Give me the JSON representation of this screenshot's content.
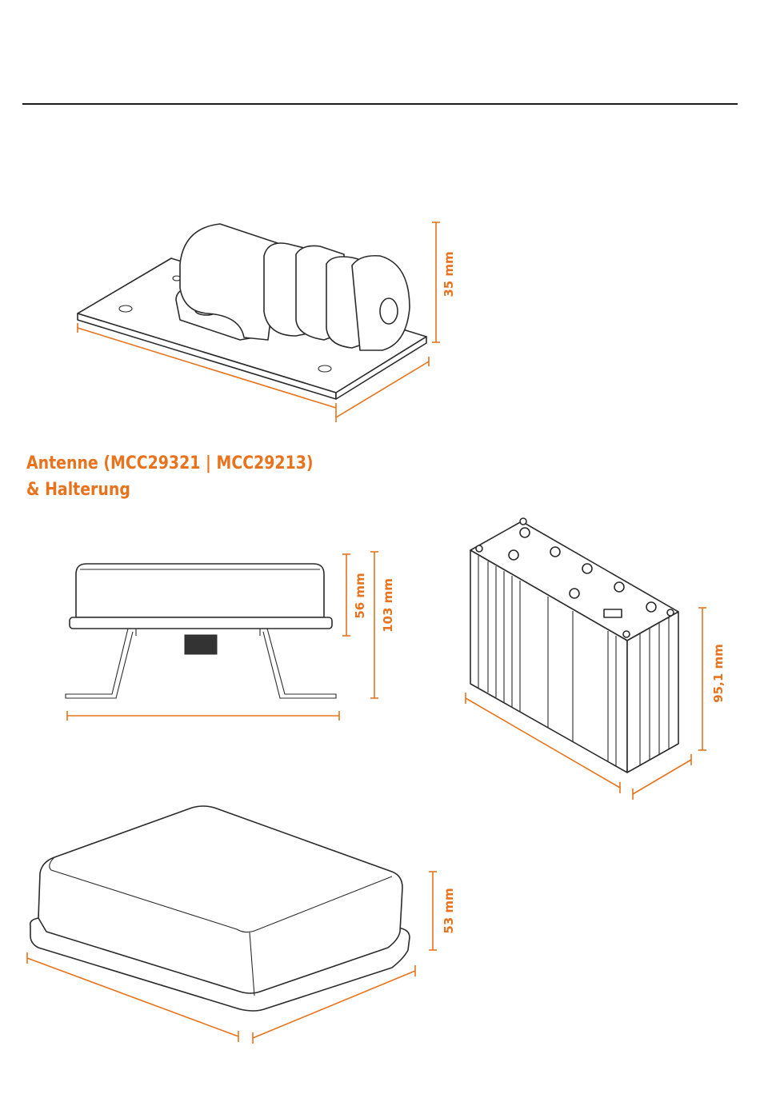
{
  "heading": {
    "line1": "Antenne (MCC29321 | MCC29213)",
    "line2": "& Halterung"
  },
  "dimensions": {
    "bracket_height": "35 mm",
    "antenna_side_inner_height": "56 mm",
    "antenna_side_total_height": "103 mm",
    "router_height": "95,1 mm",
    "antenna_top_height": "53 mm"
  },
  "colors": {
    "accent": "#e8731c",
    "line": "#2b2b2b",
    "background": "#ffffff"
  }
}
